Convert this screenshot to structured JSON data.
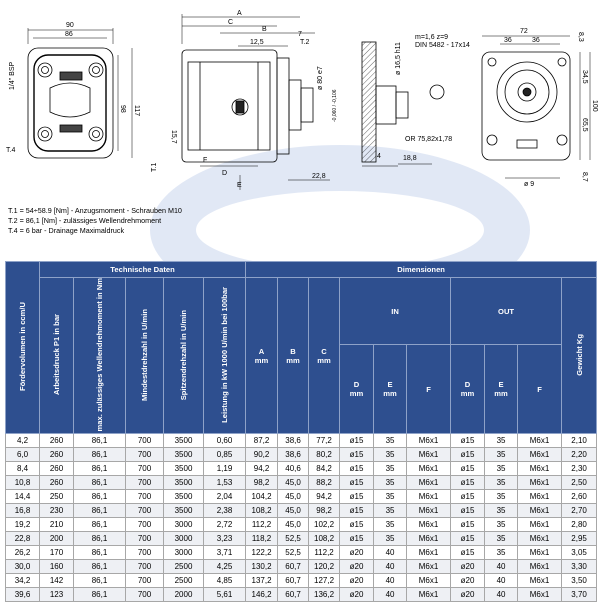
{
  "drawing": {
    "front": {
      "width_outer": "90",
      "width_inner": "86",
      "height_inner": "98",
      "height_outer": "117",
      "port_label": "1/4\" BSP",
      "t4": "T.4"
    },
    "side": {
      "A": "A",
      "C": "C",
      "B": "B",
      "d125": "12,5",
      "t2": "T.2",
      "d7": "7",
      "d80": "ø 80 e7",
      "tol": "-0,060 / -0,106",
      "d157": "15,7",
      "t1": "T.1",
      "F": "F",
      "D": "D",
      "E": "E",
      "d228": "22,8"
    },
    "shaft": {
      "spec1": "m=1,6  z=9",
      "spec2": "DIN 5482 - 17x14",
      "d165": "ø 16,5 h11",
      "or": "OR 75,82x1,78",
      "d4": "4",
      "d188": "18,8"
    },
    "rear": {
      "d72": "72",
      "d36a": "36",
      "d36b": "36",
      "d83t": "8,3",
      "d345": "34,5",
      "d655": "65,5",
      "d100": "100",
      "d87": "8,7",
      "d9": "ø 9"
    }
  },
  "notes": [
    "T.1 = 54÷58.9 [Nm] - Anzugsmoment - Schrauben M10",
    "T.2 = 86,1 [Nm] - zulässiges Wellendrehmoment",
    "T.4 = 6 bar - Drainage Maximaldruck"
  ],
  "table": {
    "group_tech": "Technische Daten",
    "group_dim": "Dimensionen",
    "h_foerdervol": "Fördervolumen in ccm/U",
    "h_arbeitsdruck": "Arbeitsdruck P1 in bar",
    "h_wellen": "max. zulässiges Wellendrehmoment in Nm",
    "h_minrpm": "Mindestdrehzahl in U/min",
    "h_maxrpm": "Spitzendrehzahl in U/min",
    "h_leistung": "Leistung in kW 1000 U/min bei 100bar",
    "h_A": "A",
    "h_B": "B",
    "h_C": "C",
    "unit_mm": "mm",
    "h_IN": "IN",
    "h_OUT": "OUT",
    "h_D": "D",
    "h_E": "E",
    "h_F": "F",
    "h_gewicht": "Gewicht Kg",
    "rows": [
      [
        "4,2",
        "260",
        "86,1",
        "700",
        "3500",
        "0,60",
        "87,2",
        "38,6",
        "77,2",
        "ø15",
        "35",
        "M6x1",
        "ø15",
        "35",
        "M6x1",
        "2,10"
      ],
      [
        "6,0",
        "260",
        "86,1",
        "700",
        "3500",
        "0,85",
        "90,2",
        "38,6",
        "80,2",
        "ø15",
        "35",
        "M6x1",
        "ø15",
        "35",
        "M6x1",
        "2,20"
      ],
      [
        "8,4",
        "260",
        "86,1",
        "700",
        "3500",
        "1,19",
        "94,2",
        "40,6",
        "84,2",
        "ø15",
        "35",
        "M6x1",
        "ø15",
        "35",
        "M6x1",
        "2,30"
      ],
      [
        "10,8",
        "260",
        "86,1",
        "700",
        "3500",
        "1,53",
        "98,2",
        "45,0",
        "88,2",
        "ø15",
        "35",
        "M6x1",
        "ø15",
        "35",
        "M6x1",
        "2,50"
      ],
      [
        "14,4",
        "250",
        "86,1",
        "700",
        "3500",
        "2,04",
        "104,2",
        "45,0",
        "94,2",
        "ø15",
        "35",
        "M6x1",
        "ø15",
        "35",
        "M6x1",
        "2,60"
      ],
      [
        "16,8",
        "230",
        "86,1",
        "700",
        "3500",
        "2,38",
        "108,2",
        "45,0",
        "98,2",
        "ø15",
        "35",
        "M6x1",
        "ø15",
        "35",
        "M6x1",
        "2,70"
      ],
      [
        "19,2",
        "210",
        "86,1",
        "700",
        "3000",
        "2,72",
        "112,2",
        "45,0",
        "102,2",
        "ø15",
        "35",
        "M6x1",
        "ø15",
        "35",
        "M6x1",
        "2,80"
      ],
      [
        "22,8",
        "200",
        "86,1",
        "700",
        "3000",
        "3,23",
        "118,2",
        "52,5",
        "108,2",
        "ø15",
        "35",
        "M6x1",
        "ø15",
        "35",
        "M6x1",
        "2,95"
      ],
      [
        "26,2",
        "170",
        "86,1",
        "700",
        "3000",
        "3,71",
        "122,2",
        "52,5",
        "112,2",
        "ø20",
        "40",
        "M6x1",
        "ø15",
        "35",
        "M6x1",
        "3,05"
      ],
      [
        "30,0",
        "160",
        "86,1",
        "700",
        "2500",
        "4,25",
        "130,2",
        "60,7",
        "120,2",
        "ø20",
        "40",
        "M6x1",
        "ø20",
        "40",
        "M6x1",
        "3,30"
      ],
      [
        "34,2",
        "142",
        "86,1",
        "700",
        "2500",
        "4,85",
        "137,2",
        "60,7",
        "127,2",
        "ø20",
        "40",
        "M6x1",
        "ø20",
        "40",
        "M6x1",
        "3,50"
      ],
      [
        "39,6",
        "123",
        "86,1",
        "700",
        "2000",
        "5,61",
        "146,2",
        "60,7",
        "136,2",
        "ø20",
        "40",
        "M6x1",
        "ø20",
        "40",
        "M6x1",
        "3,70"
      ]
    ]
  }
}
